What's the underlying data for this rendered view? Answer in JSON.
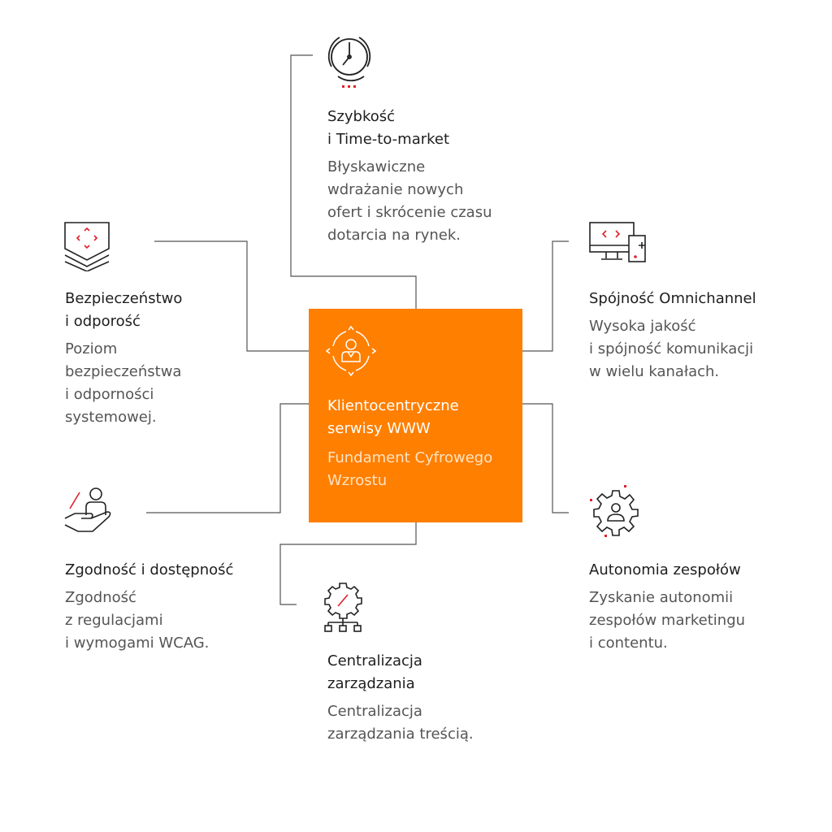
{
  "colors": {
    "accent": "#ff7f00",
    "red": "#e0202a",
    "text": "#1e1e1e"
  },
  "center": {
    "title": [
      "Klientocentryczne",
      "serwisy WWW"
    ],
    "subtitle": [
      "Fundament Cyfrowego",
      "Wzrostu"
    ],
    "icon": "customer-centric-icon"
  },
  "items": [
    {
      "id": "speed",
      "icon": "clock-icon",
      "title": [
        "Szybkość",
        "i Time-to-market"
      ],
      "desc": [
        "Błyskawiczne",
        "wdrażanie nowych",
        "ofert i skrócenie czasu",
        "dotarcia na rynek."
      ]
    },
    {
      "id": "security",
      "icon": "shield-icon",
      "title": [
        "Bezpieczeństwo",
        "i odporość"
      ],
      "desc": [
        "Poziom",
        "bezpieczeństwa",
        "i odporności",
        "systemowej."
      ]
    },
    {
      "id": "omnichannel",
      "icon": "devices-icon",
      "title": [
        "Spójność Omnichannel"
      ],
      "desc": [
        "Wysoka jakość",
        "i spójność komunikacji",
        "w wielu kanałach."
      ]
    },
    {
      "id": "compliance",
      "icon": "accessibility-icon",
      "title": [
        "Zgodność i dostępność"
      ],
      "desc": [
        "Zgodność",
        "z regulacjami",
        "i wymogami WCAG."
      ]
    },
    {
      "id": "autonomy",
      "icon": "team-gear-icon",
      "title": [
        "Autonomia zespołów"
      ],
      "desc": [
        "Zyskanie autonomii",
        "zespołów marketingu",
        "i contentu."
      ]
    },
    {
      "id": "centralization",
      "icon": "hierarchy-icon",
      "title": [
        "Centralizacja",
        "zarządzania"
      ],
      "desc": [
        "Centralizacja",
        "zarządzania treścią."
      ]
    }
  ]
}
